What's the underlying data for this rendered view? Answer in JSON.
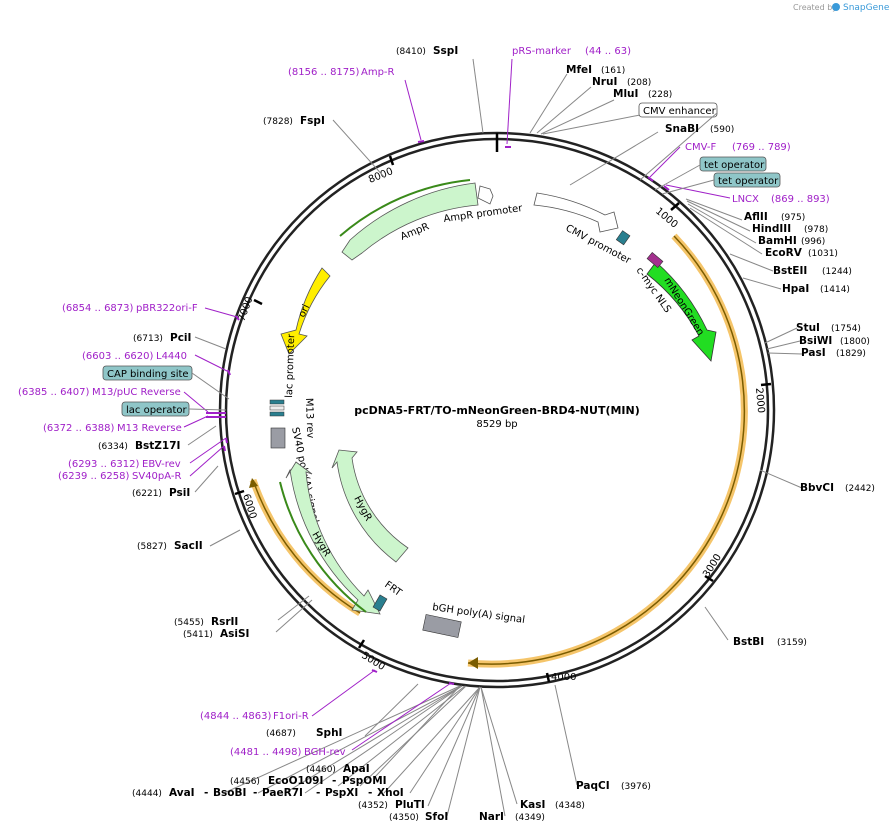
{
  "header": {
    "created_by": "Created by",
    "brand": "SnapGene"
  },
  "plasmid": {
    "name": "pcDNA5-FRT/TO-mNeonGreen-BRD4-NUT(MIN)",
    "size": "8529 bp"
  },
  "ticks": [
    "1000",
    "2000",
    "3000",
    "4000",
    "5000",
    "6000",
    "7000",
    "8000"
  ],
  "features": {
    "cmv_promoter": "CMV promoter",
    "mneongreen": "mNeonGreen",
    "cmyc_nls": "c-myc NLS",
    "ampr": "AmpR",
    "ampr_promoter": "AmpR promoter",
    "ori": "ori",
    "lac_promoter": "lac promoter",
    "m13_rev": "M13 rev",
    "sv40_polya": "SV40 poly(A) signal",
    "hygr_a": "HygR",
    "hygr_b": "HygR",
    "frt": "FRT",
    "bgh_polya": "bGH poly(A) signal"
  },
  "tags": {
    "cmv_enhancer": "CMV enhancer",
    "tet_operator_1": "tet operator",
    "tet_operator_2": "tet operator",
    "cap_binding": "CAP binding site",
    "lac_operator": "lac operator"
  },
  "sites": {
    "sspi": {
      "name": "SspI",
      "pos": "(8410)"
    },
    "mfei": {
      "name": "MfeI",
      "pos": "(161)"
    },
    "nrui": {
      "name": "NruI",
      "pos": "(208)"
    },
    "mlui": {
      "name": "MluI",
      "pos": "(228)"
    },
    "snabi": {
      "name": "SnaBI",
      "pos": "(590)"
    },
    "afiii": {
      "name": "AflII",
      "pos": "(975)"
    },
    "hindiii": {
      "name": "HindIII",
      "pos": "(978)"
    },
    "bamhi": {
      "name": "BamHI",
      "pos": "(996)"
    },
    "ecorv": {
      "name": "EcoRV",
      "pos": "(1031)"
    },
    "bsteii": {
      "name": "BstEII",
      "pos": "(1244)"
    },
    "hpai": {
      "name": "HpaI",
      "pos": "(1414)"
    },
    "stui": {
      "name": "StuI",
      "pos": "(1754)"
    },
    "bsiwi": {
      "name": "BsiWI",
      "pos": "(1800)"
    },
    "pasi": {
      "name": "PasI",
      "pos": "(1829)"
    },
    "bbvci": {
      "name": "BbvCI",
      "pos": "(2442)"
    },
    "bstbi": {
      "name": "BstBI",
      "pos": "(3159)"
    },
    "paqci": {
      "name": "PaqCI",
      "pos": "(3976)"
    },
    "kasi": {
      "name": "KasI",
      "pos": "(4348)"
    },
    "nari": {
      "name": "NarI",
      "pos": "(4349)"
    },
    "sfoi": {
      "name": "SfoI",
      "pos": "(4350)"
    },
    "plutI": {
      "name": "PluTI",
      "pos": "(4352)"
    },
    "xhoi": {
      "name": "XhoI"
    },
    "pspxi": {
      "name": "PspXI"
    },
    "paer7i": {
      "name": "PaeR7I"
    },
    "bsobi": {
      "name": "BsoBI"
    },
    "avai": {
      "name": "AvaI",
      "pos": "(4444)"
    },
    "psppomi": {
      "name": "PspOMI"
    },
    "ecoo109i": {
      "name": "EcoO109I",
      "pos": "(4456)"
    },
    "apai": {
      "name": "ApaI",
      "pos": "(4460)"
    },
    "sphi": {
      "name": "SphI",
      "pos": "(4687)"
    },
    "asisi": {
      "name": "AsiSI",
      "pos": "(5411)"
    },
    "rsrii": {
      "name": "RsrII",
      "pos": "(5455)"
    },
    "sacii": {
      "name": "SacII",
      "pos": "(5827)"
    },
    "psii": {
      "name": "PsiI",
      "pos": "(6221)"
    },
    "bstz17i": {
      "name": "BstZ17I",
      "pos": "(6334)"
    },
    "pcii": {
      "name": "PciI",
      "pos": "(6713)"
    },
    "fspi": {
      "name": "FspI",
      "pos": "(7828)"
    }
  },
  "primers": {
    "prs_marker": {
      "name": "pRS-marker",
      "pos": "(44 .. 63)"
    },
    "ampr": {
      "name": "Amp-R",
      "pos": "(8156 .. 8175)"
    },
    "cmv_f": {
      "name": "CMV-F",
      "pos": "(769 .. 789)"
    },
    "lncx": {
      "name": "LNCX",
      "pos": "(869 .. 893)"
    },
    "pbr322ori_f": {
      "name": "pBR322ori-F",
      "pos": "(6854 .. 6873)"
    },
    "l4440": {
      "name": "L4440",
      "pos": "(6603 .. 6620)"
    },
    "m13puc_rev": {
      "name": "M13/pUC Reverse",
      "pos": "(6385 .. 6407)"
    },
    "m13_reverse": {
      "name": "M13 Reverse",
      "pos": "(6372 .. 6388)"
    },
    "ebv_rev": {
      "name": "EBV-rev",
      "pos": "(6293 .. 6312)"
    },
    "sv40pa_r": {
      "name": "SV40pA-R",
      "pos": "(6239 .. 6258)"
    },
    "f1ori_r": {
      "name": "F1ori-R",
      "pos": "(4844 .. 4863)"
    },
    "bgh_rev": {
      "name": "BGH-rev",
      "pos": "(4481 .. 4498)"
    }
  },
  "colors": {
    "backbone": "#222222",
    "green_light": "#ccf5cc",
    "green_bright": "#22dd22",
    "yellow": "#ffee00",
    "orange_glow": "#f5c56a",
    "teal": "#2a7f8f",
    "grey_box": "#9a9ca4",
    "tag_fill": "#8fc6c8",
    "primer": "#a020c8",
    "promoter": "#ffffff"
  }
}
